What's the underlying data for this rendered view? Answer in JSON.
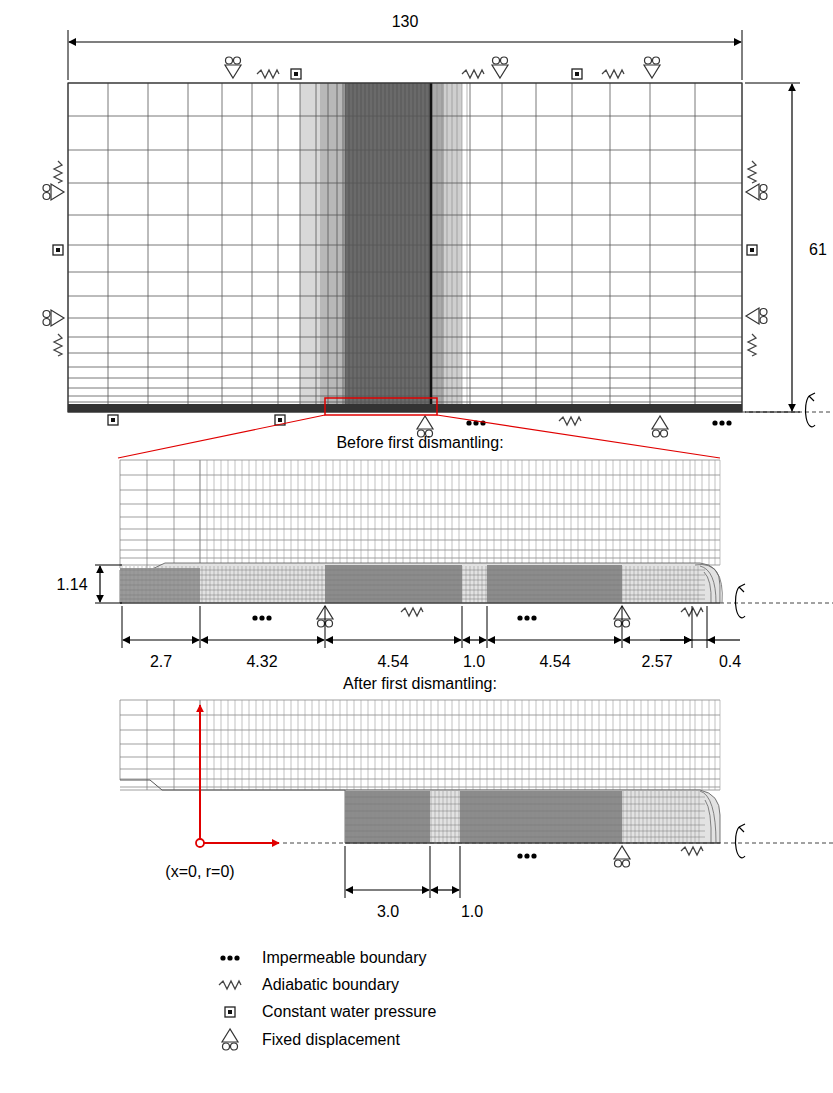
{
  "diagram": {
    "labels": [
      "130",
      "61",
      "Before first dismantling:",
      "1.14",
      "2.7",
      "4.32",
      "4.54",
      "1.0",
      "4.54",
      "2.57",
      "0.4",
      "After first dismantling:",
      "(x=0, r=0)",
      "3.0",
      "1.0"
    ],
    "legend": [
      {
        "text": "Impermeable boundary"
      },
      {
        "text": "Adiabatic boundary"
      },
      {
        "text": "Constant water pressure"
      },
      {
        "text": "Fixed displacement"
      }
    ]
  }
}
